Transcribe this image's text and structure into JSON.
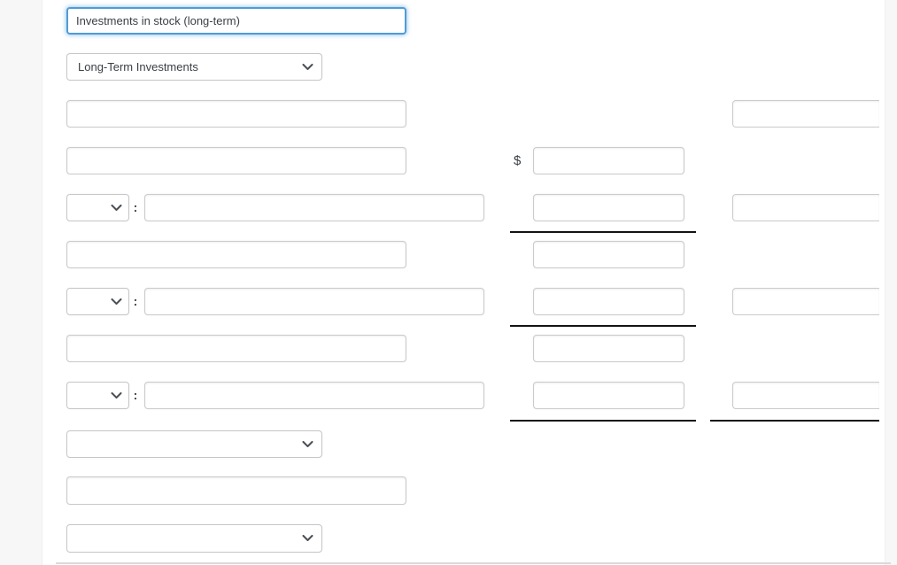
{
  "form": {
    "account_title": {
      "value": "Investments in stock (long-term)"
    },
    "classification_top": {
      "value": "Long-Term Investments"
    },
    "classification_bottom_1": {
      "value": ""
    },
    "classification_bottom_2": {
      "value": ""
    },
    "prefix_selects": [
      {
        "value": ""
      },
      {
        "value": ""
      },
      {
        "value": ""
      }
    ],
    "description_inputs": [
      {
        "value": ""
      },
      {
        "value": ""
      },
      {
        "value": ""
      },
      {
        "value": ""
      },
      {
        "value": ""
      },
      {
        "value": ""
      },
      {
        "value": ""
      },
      {
        "value": ""
      }
    ],
    "amount_inputs_middle": [
      {
        "value": ""
      },
      {
        "value": ""
      },
      {
        "value": ""
      },
      {
        "value": ""
      },
      {
        "value": ""
      },
      {
        "value": ""
      }
    ],
    "amount_inputs_right": [
      {
        "value": ""
      },
      {
        "value": ""
      },
      {
        "value": ""
      },
      {
        "value": ""
      }
    ],
    "currency_symbol": "$",
    "colon_separator": ":"
  },
  "icons": {
    "dropdown": "chevron-down"
  },
  "colors": {
    "focus_border": "#4f9cd8",
    "input_border": "#cbcbcb",
    "total_rule": "#131313",
    "bottom_divider": "#dadada",
    "gutter": "#f7f7f7",
    "text": "#3b4045"
  }
}
